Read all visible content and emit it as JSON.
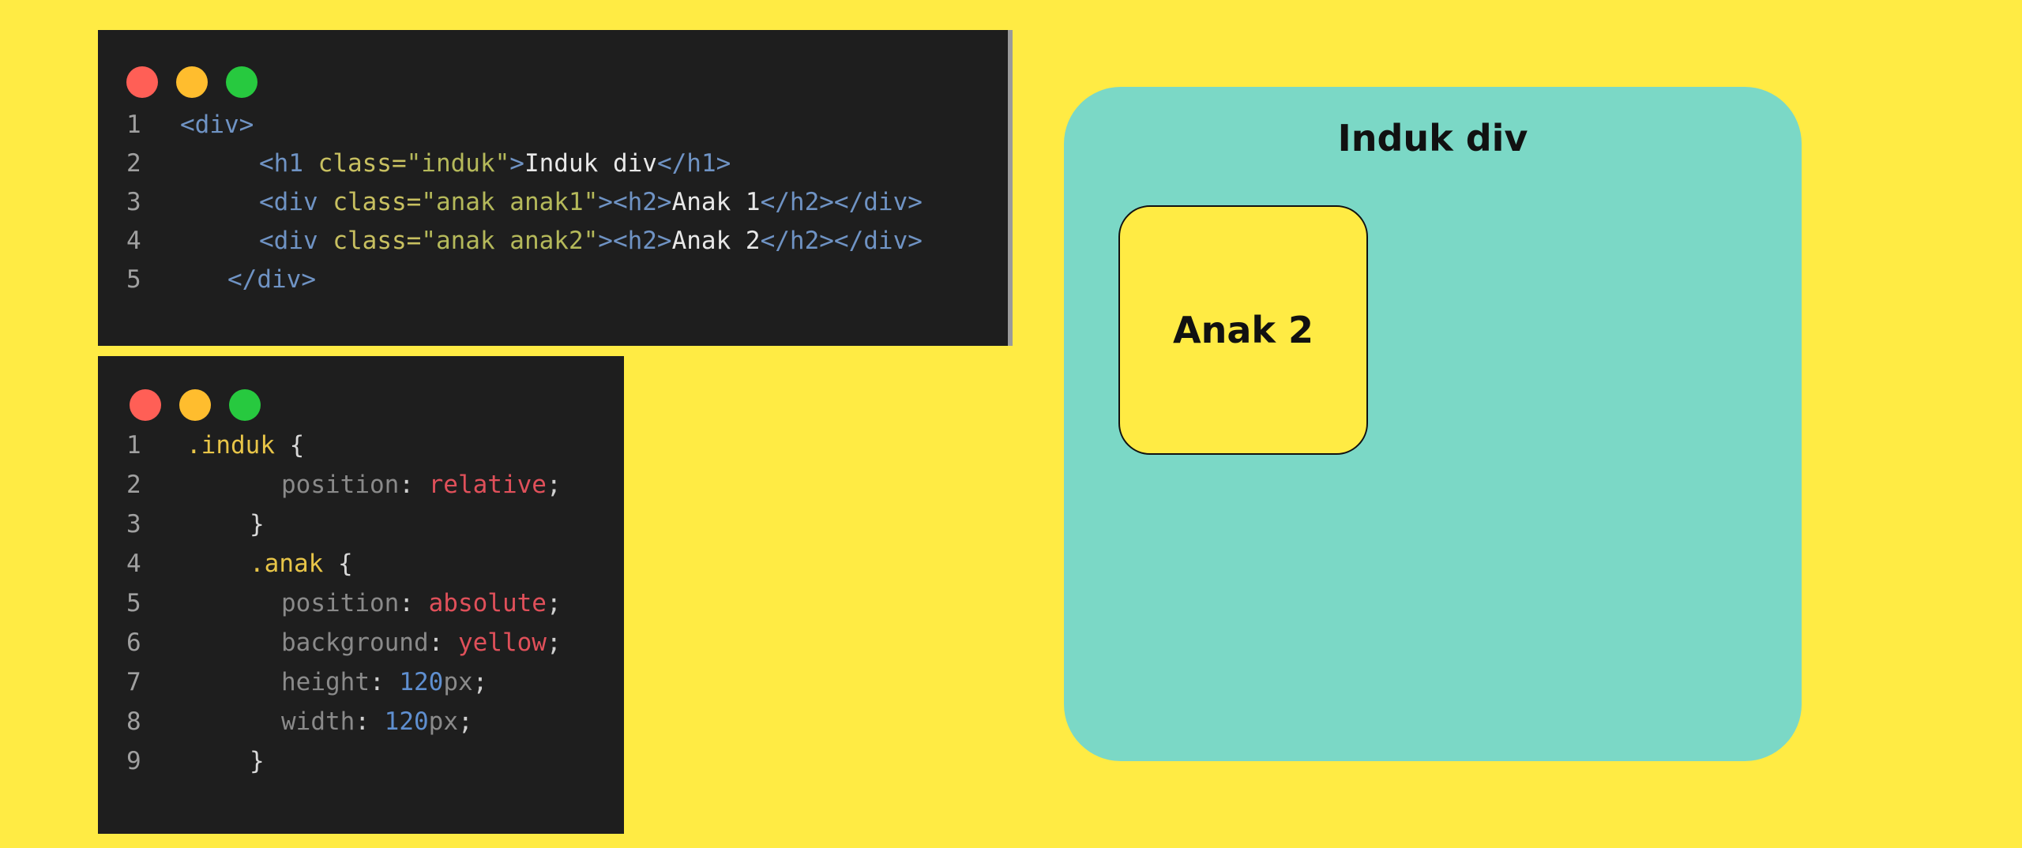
{
  "html_editor": {
    "lines": [
      {
        "num": "1",
        "tokens": [
          {
            "t": "<div>",
            "c": "tag"
          }
        ]
      },
      {
        "num": "2",
        "tokens": [
          {
            "t": "<h1 ",
            "c": "tag"
          },
          {
            "t": "class=",
            "c": "attr"
          },
          {
            "t": "\"induk\"",
            "c": "str"
          },
          {
            "t": ">",
            "c": "tag"
          },
          {
            "t": "Induk div",
            "c": "txt"
          },
          {
            "t": "</h1>",
            "c": "tag"
          }
        ]
      },
      {
        "num": "3",
        "tokens": [
          {
            "t": "<div ",
            "c": "tag"
          },
          {
            "t": "class=",
            "c": "attr"
          },
          {
            "t": "\"anak anak1\"",
            "c": "str"
          },
          {
            "t": "><h2>",
            "c": "tag"
          },
          {
            "t": "Anak 1",
            "c": "txt"
          },
          {
            "t": "</h2></div>",
            "c": "tag"
          }
        ]
      },
      {
        "num": "4",
        "tokens": [
          {
            "t": "<div ",
            "c": "tag"
          },
          {
            "t": "class=",
            "c": "attr"
          },
          {
            "t": "\"anak anak2\"",
            "c": "str"
          },
          {
            "t": "><h2>",
            "c": "tag"
          },
          {
            "t": "Anak 2",
            "c": "txt"
          },
          {
            "t": "</h2></div>",
            "c": "tag"
          }
        ]
      },
      {
        "num": "5",
        "tokens": [
          {
            "t": "</div>",
            "c": "tag"
          }
        ]
      }
    ]
  },
  "css_editor": {
    "lines": [
      {
        "num": "1",
        "tokens": [
          {
            "t": ".induk",
            "c": "sel"
          },
          {
            "t": " {",
            "c": "brace"
          }
        ]
      },
      {
        "num": "2",
        "tokens": [
          {
            "t": "position",
            "c": "prop"
          },
          {
            "t": ": ",
            "c": "punct"
          },
          {
            "t": "relative",
            "c": "val"
          },
          {
            "t": ";",
            "c": "punct"
          }
        ]
      },
      {
        "num": "3",
        "tokens": [
          {
            "t": "}",
            "c": "brace"
          }
        ]
      },
      {
        "num": "4",
        "tokens": [
          {
            "t": ".anak",
            "c": "sel"
          },
          {
            "t": " {",
            "c": "brace"
          }
        ]
      },
      {
        "num": "5",
        "tokens": [
          {
            "t": "position",
            "c": "prop"
          },
          {
            "t": ": ",
            "c": "punct"
          },
          {
            "t": "absolute",
            "c": "val"
          },
          {
            "t": ";",
            "c": "punct"
          }
        ]
      },
      {
        "num": "6",
        "tokens": [
          {
            "t": "background",
            "c": "prop"
          },
          {
            "t": ": ",
            "c": "punct"
          },
          {
            "t": "yellow",
            "c": "val"
          },
          {
            "t": ";",
            "c": "punct"
          }
        ]
      },
      {
        "num": "7",
        "tokens": [
          {
            "t": "height",
            "c": "prop"
          },
          {
            "t": ": ",
            "c": "punct"
          },
          {
            "t": "120",
            "c": "num"
          },
          {
            "t": "px",
            "c": "unit"
          },
          {
            "t": ";",
            "c": "punct"
          }
        ]
      },
      {
        "num": "8",
        "tokens": [
          {
            "t": "width",
            "c": "prop"
          },
          {
            "t": ": ",
            "c": "punct"
          },
          {
            "t": "120",
            "c": "num"
          },
          {
            "t": "px",
            "c": "unit"
          },
          {
            "t": ";",
            "c": "punct"
          }
        ]
      },
      {
        "num": "9",
        "tokens": [
          {
            "t": "}",
            "c": "brace"
          }
        ]
      }
    ]
  },
  "preview": {
    "title": "Induk div",
    "child_label": "Anak 2"
  },
  "colors": {
    "page_background": "#ffeb44",
    "editor_background": "#1e1e1e",
    "preview_background": "#7bd8c6",
    "child_background": "#ffeb44"
  }
}
